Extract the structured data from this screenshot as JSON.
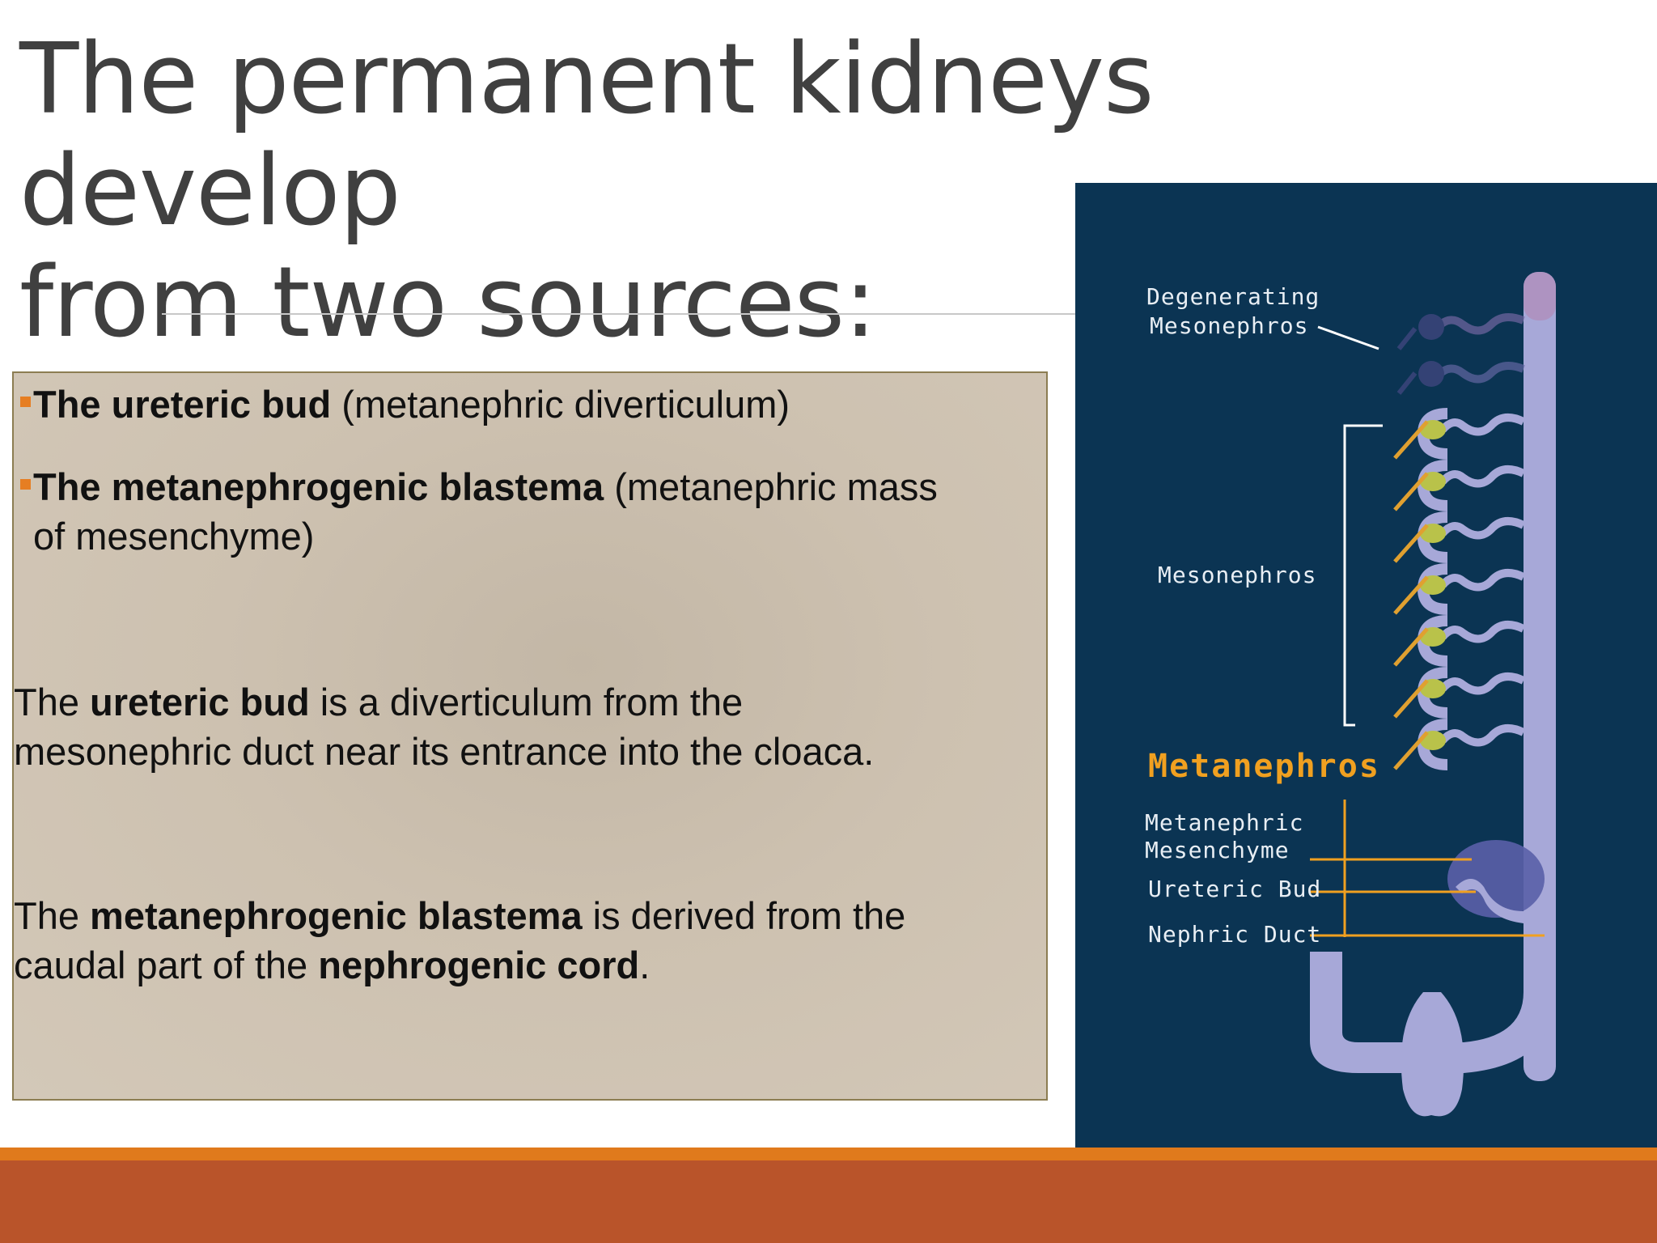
{
  "slide": {
    "title_line1": "The permanent kidneys develop",
    "title_line2": "from two sources:"
  },
  "content": {
    "bullets": [
      {
        "bold": "The ureteric bud",
        "rest": " (metanephric diverticulum)"
      },
      {
        "bold": "The metanephrogenic blastema",
        "rest": " (metanephric mass",
        "rest2": "of mesenchyme)"
      }
    ],
    "para1": {
      "pre": "The ",
      "bold": "ureteric bud",
      "post": " is a diverticulum from the",
      "line2": "mesonephric duct near its entrance into the cloaca."
    },
    "para2": {
      "pre": "The ",
      "bold": "metanephrogenic blastema",
      "post": " is derived from the",
      "line2_pre": "caudal part of the ",
      "line2_bold": "nephrogenic cord",
      "line2_post": "."
    }
  },
  "figure": {
    "label_degenerating_1": "Degenerating",
    "label_degenerating_2": "Mesonephros",
    "label_mesonephros": "Mesonephros",
    "heading_metanephros": "Metanephros",
    "label_metanephric_1": "Metanephric",
    "label_metanephric_2": "Mesenchyme",
    "label_ureteric_bud": "Ureteric Bud",
    "label_nephric_duct": "Nephric Duct",
    "colors": {
      "background": "#0b3453",
      "duct": "#a7a8d8",
      "accent": "#f0a020"
    }
  },
  "theme": {
    "bullet_color": "#e67e22",
    "footer_orange": "#e07a1c",
    "footer_rust": "#b9542a"
  }
}
